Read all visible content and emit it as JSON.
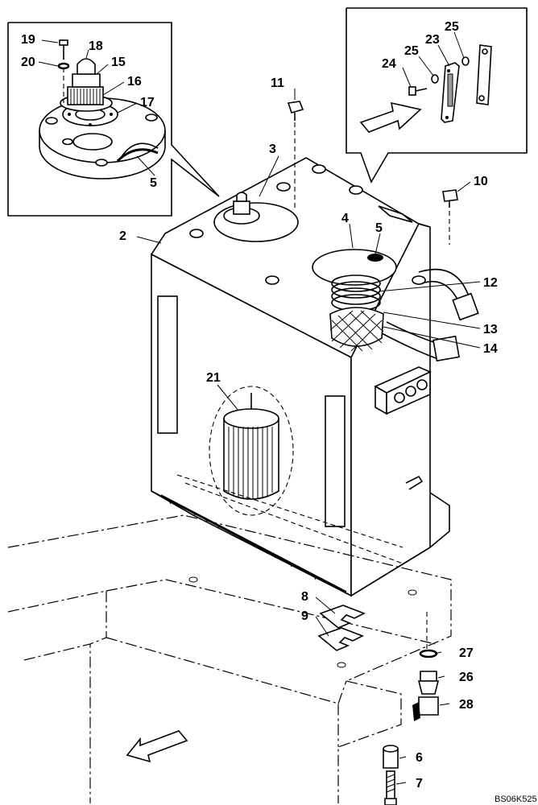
{
  "diagram": {
    "doc_id": "BS06K525",
    "callouts": [
      {
        "key": "c19",
        "label": "19"
      },
      {
        "key": "c18",
        "label": "18"
      },
      {
        "key": "c20",
        "label": "20"
      },
      {
        "key": "c15",
        "label": "15"
      },
      {
        "key": "c16",
        "label": "16"
      },
      {
        "key": "c17",
        "label": "17"
      },
      {
        "key": "c5a",
        "label": "5"
      },
      {
        "key": "c11",
        "label": "11"
      },
      {
        "key": "c3",
        "label": "3"
      },
      {
        "key": "c2",
        "label": "2"
      },
      {
        "key": "c25a",
        "label": "25"
      },
      {
        "key": "c25b",
        "label": "25"
      },
      {
        "key": "c23",
        "label": "23"
      },
      {
        "key": "c24",
        "label": "24"
      },
      {
        "key": "c10",
        "label": "10"
      },
      {
        "key": "c4",
        "label": "4"
      },
      {
        "key": "c5b",
        "label": "5"
      },
      {
        "key": "c12",
        "label": "12"
      },
      {
        "key": "c13",
        "label": "13"
      },
      {
        "key": "c14",
        "label": "14"
      },
      {
        "key": "c21",
        "label": "21"
      },
      {
        "key": "c8",
        "label": "8"
      },
      {
        "key": "c9",
        "label": "9"
      },
      {
        "key": "c27",
        "label": "27"
      },
      {
        "key": "c26",
        "label": "26"
      },
      {
        "key": "c28",
        "label": "28"
      },
      {
        "key": "c6",
        "label": "6"
      },
      {
        "key": "c7",
        "label": "7"
      }
    ]
  }
}
